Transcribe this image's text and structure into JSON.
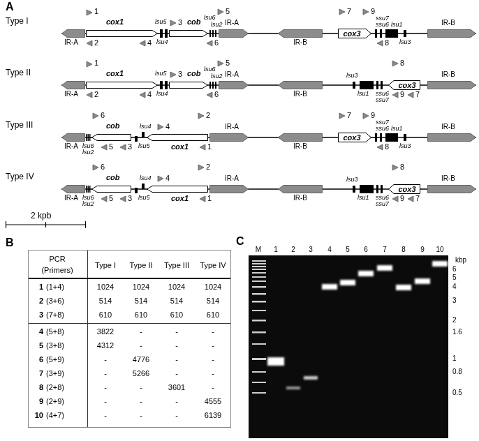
{
  "diagram": {
    "nodes": [
      {
        "text": [
          "IR-A"
        ]
      },
      {
        "text": [
          "cox1"
        ]
      },
      {
        "text": [
          "cob"
        ]
      },
      {
        "text": [
          "IR-A"
        ]
      },
      {
        "text": [
          "IR-B"
        ]
      },
      {
        "text": [
          "cox3"
        ]
      },
      {
        "text": [
          "IR-B"
        ]
      },
      {
        "text": [
          "IR-A"
        ]
      },
      {
        "text": [
          "cox1"
        ]
      },
      {
        "text": [
          "cob"
        ]
      },
      {
        "text": [
          "IR-A"
        ]
      },
      {
        "text": [
          "IR-B"
        ]
      },
      {
        "text": [
          "cox3"
        ]
      },
      {
        "text": [
          "IR-B"
        ]
      },
      {
        "text": [
          "IR-A"
        ]
      },
      {
        "text": [
          "cob"
        ]
      },
      {
        "text": [
          "cox1"
        ]
      },
      {
        "text": [
          "IR-A"
        ]
      },
      {
        "text": [
          "IR-B"
        ]
      },
      {
        "text": [
          "cox3"
        ]
      },
      {
        "text": [
          "IR-B"
        ]
      },
      {
        "text": [
          "IR-A"
        ]
      },
      {
        "text": [
          "cob"
        ]
      },
      {
        "text": [
          "cox1"
        ]
      },
      {
        "text": [
          "IR-A"
        ]
      },
      {
        "text": [
          "IR-B"
        ]
      },
      {
        "text": [
          "cox3"
        ]
      },
      {
        "text": [
          "IR-B"
        ]
      }
    ],
    "labels": [
      "A",
      "B",
      "C",
      "Type I",
      "Type II",
      "Type III",
      "Type IV",
      "1",
      "2",
      "3",
      "4",
      "5",
      "6",
      "lsu4",
      "lsu5",
      "lsu6",
      "lsu2",
      "7",
      "9",
      "8",
      "ssu7",
      "ssu6",
      "lsu1",
      "lsu3",
      "1",
      "2",
      "3",
      "4",
      "5",
      "6",
      "lsu4",
      "lsu5",
      "lsu6",
      "lsu2",
      "8",
      "9",
      "7",
      "lsu3",
      "lsu1",
      "ssu6",
      "ssu7",
      "6",
      "4",
      "2",
      "5",
      "3",
      "1",
      "lsu6",
      "lsu2",
      "lsu5",
      "lsu4",
      "7",
      "9",
      "8",
      "ssu7",
      "ssu6",
      "lsu1",
      "lsu3",
      "6",
      "4",
      "2",
      "5",
      "3",
      "1",
      "lsu6",
      "lsu2",
      "lsu5",
      "lsu4",
      "8",
      "9",
      "7",
      "lsu3",
      "lsu1",
      "ssu6",
      "ssu7",
      "2 kpb",
      "PCR",
      "(Primers)",
      "Type I",
      "Type II",
      "Type III",
      "Type IV",
      "1",
      "(1+4)",
      "1024",
      "1024",
      "1024",
      "1024",
      "2",
      "(3+6)",
      "514",
      "514",
      "514",
      "514",
      "3",
      "(7+8)",
      "610",
      "610",
      "610",
      "610",
      "4",
      "(5+8)",
      "3822",
      "-",
      "-",
      "-",
      "5",
      "(3+8)",
      "4312",
      "-",
      "-",
      "-",
      "6",
      "(5+9)",
      "-",
      "4776",
      "-",
      "-",
      "7",
      "(3+9)",
      "-",
      "5266",
      "-",
      "-",
      "8",
      "(2+8)",
      "-",
      "-",
      "3601",
      "-",
      "9",
      "(2+9)",
      "-",
      "-",
      "-",
      "4555",
      "10",
      "(4+7)",
      "-",
      "-",
      "-",
      "6139",
      "M",
      "1",
      "2",
      "3",
      "4",
      "5",
      "6",
      "7",
      "8",
      "9",
      "10",
      "kbp",
      "6",
      "5",
      "4",
      "3",
      "2",
      "1.6",
      "1",
      "0.8",
      "0.5"
    ]
  }
}
